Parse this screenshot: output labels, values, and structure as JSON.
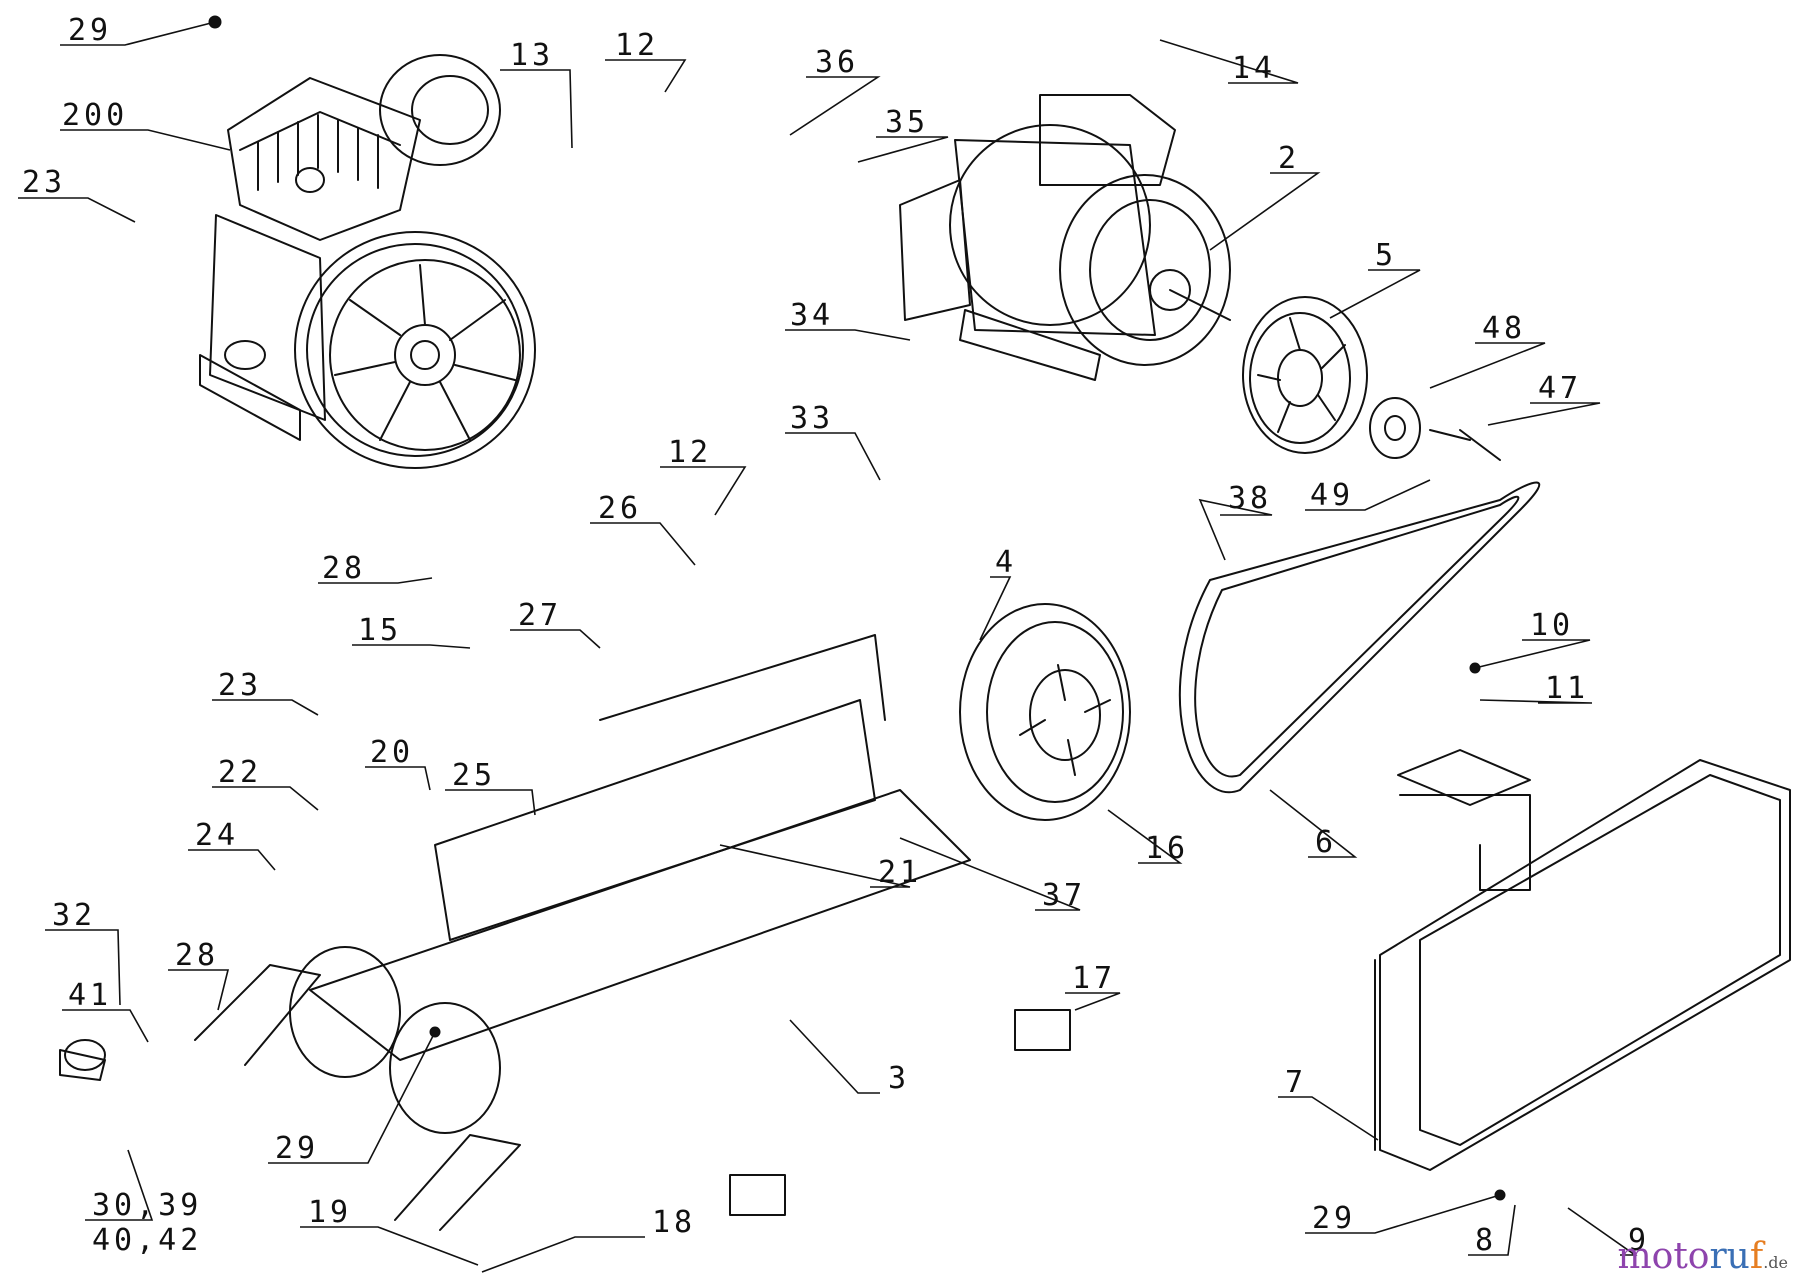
{
  "callouts": [
    "29",
    "13",
    "12",
    "200",
    "23",
    "36",
    "35",
    "14",
    "2",
    "5",
    "48",
    "47",
    "34",
    "33",
    "12",
    "26",
    "49",
    "38",
    "28",
    "4",
    "15",
    "27",
    "23",
    "10",
    "11",
    "22",
    "20",
    "25",
    "24",
    "21",
    "37",
    "16",
    "6",
    "32",
    "41",
    "28",
    "17",
    "3",
    "7",
    "29",
    "30,39",
    "40,42",
    "19",
    "18",
    "29",
    "8",
    "9"
  ],
  "watermark": {
    "part_a": "moto",
    "part_b": "ru",
    "part_c": "f",
    "part_d": ".de"
  }
}
